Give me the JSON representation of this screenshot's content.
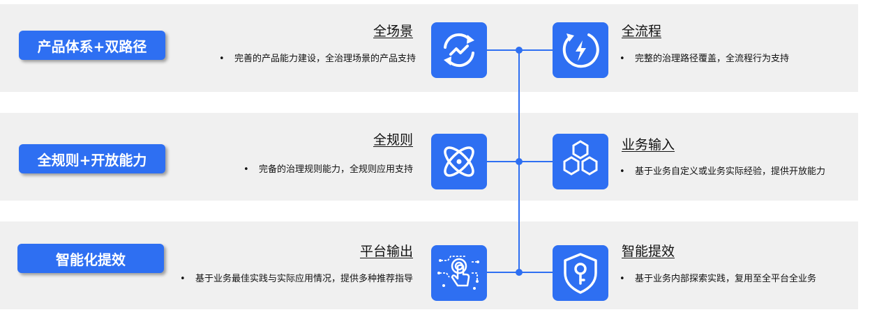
{
  "colors": {
    "accent": "#2e6ff2",
    "band": "#f0f0f0"
  },
  "rows": [
    {
      "pill": "产品体系+双路径",
      "left_title": "全场景",
      "left_desc": "完善的产品能力建设，全治理场景的产品支持",
      "left_icon": "refresh-chart-icon",
      "right_title": "全流程",
      "right_desc": "完整的治理路径覆盖，全流程行为支持",
      "right_icon": "lightning-cycle-icon"
    },
    {
      "pill": "全规则+开放能力",
      "left_title": "全规则",
      "left_desc": "完备的治理规则能力，全规则应用支持",
      "left_icon": "atom-icon",
      "right_title": "业务输入",
      "right_desc": "基于业务自定义或业务实际经验，提供开放能力",
      "right_icon": "hexagons-icon"
    },
    {
      "pill": "智能化提效",
      "left_title": "平台输出",
      "left_desc": "基于业务最佳实践与实际应用情况，提供多种推荐指导",
      "left_icon": "touch-circuit-icon",
      "right_title": "智能提效",
      "right_desc": "基于业务内部探索实践，复用至全平台全业务",
      "right_icon": "shield-key-icon"
    }
  ]
}
